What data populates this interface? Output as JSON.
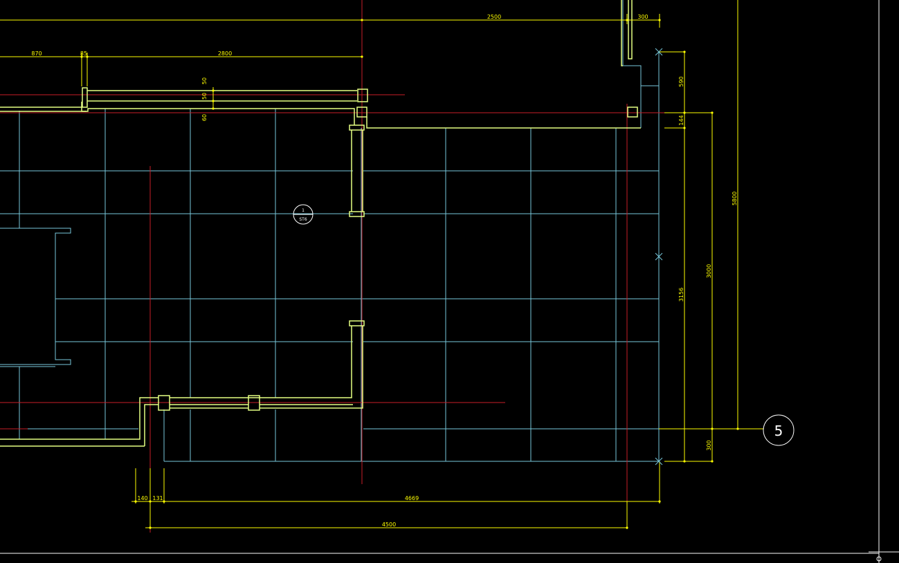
{
  "drawing": {
    "background": "#000000",
    "colors": {
      "tile_grid": "#78c8dc",
      "structure": "#e6ff82",
      "dimension": "#ffff00",
      "center_line": "#c81e28",
      "symbol": "#ffffff"
    },
    "grid_axis_label": "5",
    "section_symbol": {
      "top": "1",
      "bottom": "ST6"
    },
    "top_dimensions": {
      "span_a": "2500",
      "span_b": "300",
      "left_a": "870",
      "left_b": "85",
      "left_c": "2800"
    },
    "wall_dimensions": {
      "a": "50",
      "b": "50",
      "c": "60"
    },
    "right_dimensions": {
      "upper": "590",
      "gap": "144",
      "middle": "3156",
      "inner": "3000",
      "overall": "5800",
      "bottom": "300"
    },
    "bottom_dimensions": {
      "small_a": "140",
      "small_b": "131",
      "span": "4669",
      "overall": "4500"
    }
  }
}
